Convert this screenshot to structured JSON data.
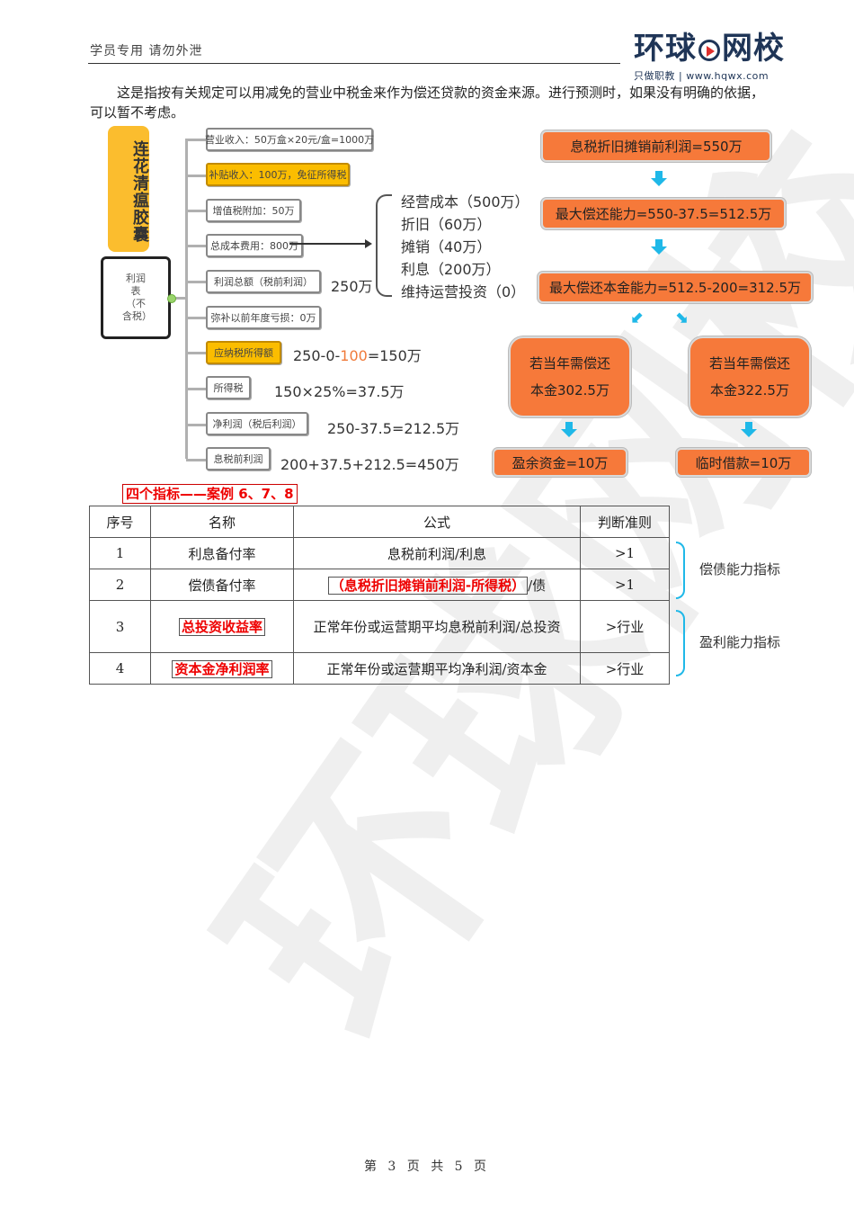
{
  "header": {
    "notice": "学员专用 请勿外泄",
    "logo_main_left": "环球",
    "logo_main_right": "网校",
    "logo_sub": "只做职教 | www.hqwx.com"
  },
  "intro_paragraph": "这是指按有关规定可以用减免的营业中税金来作为偿还贷款的资金来源。进行预测时，如果没有明确的依据，可以暂不考虑。",
  "mindmap": {
    "title": "连花清瘟胶囊",
    "root": "利润表（不含税）",
    "nodes": [
      {
        "label": "营业收入：50万盒×20元/盒=1000万",
        "value": ""
      },
      {
        "label": "补贴收入：100万，免征所得税",
        "value": ""
      },
      {
        "label": "增值税附加：50万",
        "value": ""
      },
      {
        "label": "总成本费用：800万",
        "value": ""
      },
      {
        "label": "利润总额（税前利润）",
        "value": "250万"
      },
      {
        "label": "弥补以前年度亏损：0万",
        "value": ""
      },
      {
        "label": "应纳税所得额",
        "value_pre": "250-0-",
        "value_red": "100",
        "value_post": "=150万"
      },
      {
        "label": "所得税",
        "value": "150×25%=37.5万"
      },
      {
        "label": "净利润（税后利润）",
        "value": "250-37.5=212.5万"
      },
      {
        "label": "息税前利润",
        "value": "200+37.5+212.5=450万"
      }
    ],
    "cost_breakdown": [
      "经营成本（500万）",
      "折旧（60万）",
      "摊销（40万）",
      "利息（200万）",
      "维持运营投资（0）"
    ]
  },
  "flow": {
    "ebitda": "息税折旧摊销前利润=550万",
    "max_repay": "最大偿还能力=550-37.5=512.5万",
    "max_principal": "最大偿还本金能力=512.5-200=312.5万",
    "case_a_line1": "若当年需偿还",
    "case_a_line2": "本金302.5万",
    "case_b_line1": "若当年需偿还",
    "case_b_line2": "本金322.5万",
    "result_a": "盈余资金=10万",
    "result_b": "临时借款=10万",
    "arrow_color": "#1fb8e8",
    "box_color": "#f6793a"
  },
  "indicators": {
    "caption": "四个指标——案例 6、7、8",
    "headers": [
      "序号",
      "名称",
      "公式",
      "判断准则"
    ],
    "rows": [
      {
        "no": "1",
        "name": "利息备付率",
        "formula": "息税前利润/利息",
        "criterion": ">1"
      },
      {
        "no": "2",
        "name": "偿债备付率",
        "formula_red": "（息税折旧摊销前利润-所得税）",
        "formula_tail": "/债",
        "criterion": ">1"
      },
      {
        "no": "3",
        "name": "总投资收益率",
        "formula": "正常年份或运营期平均息税前利润/总投资",
        "criterion": ">行业"
      },
      {
        "no": "4",
        "name": "资本金净利润率",
        "formula": "正常年份或运营期平均净利润/资本金",
        "criterion": ">行业"
      }
    ],
    "groups": [
      "偿债能力指标",
      "盈利能力指标"
    ]
  },
  "footer": {
    "page_text": "第 3 页 共 5 页"
  },
  "watermark": "环球网校"
}
